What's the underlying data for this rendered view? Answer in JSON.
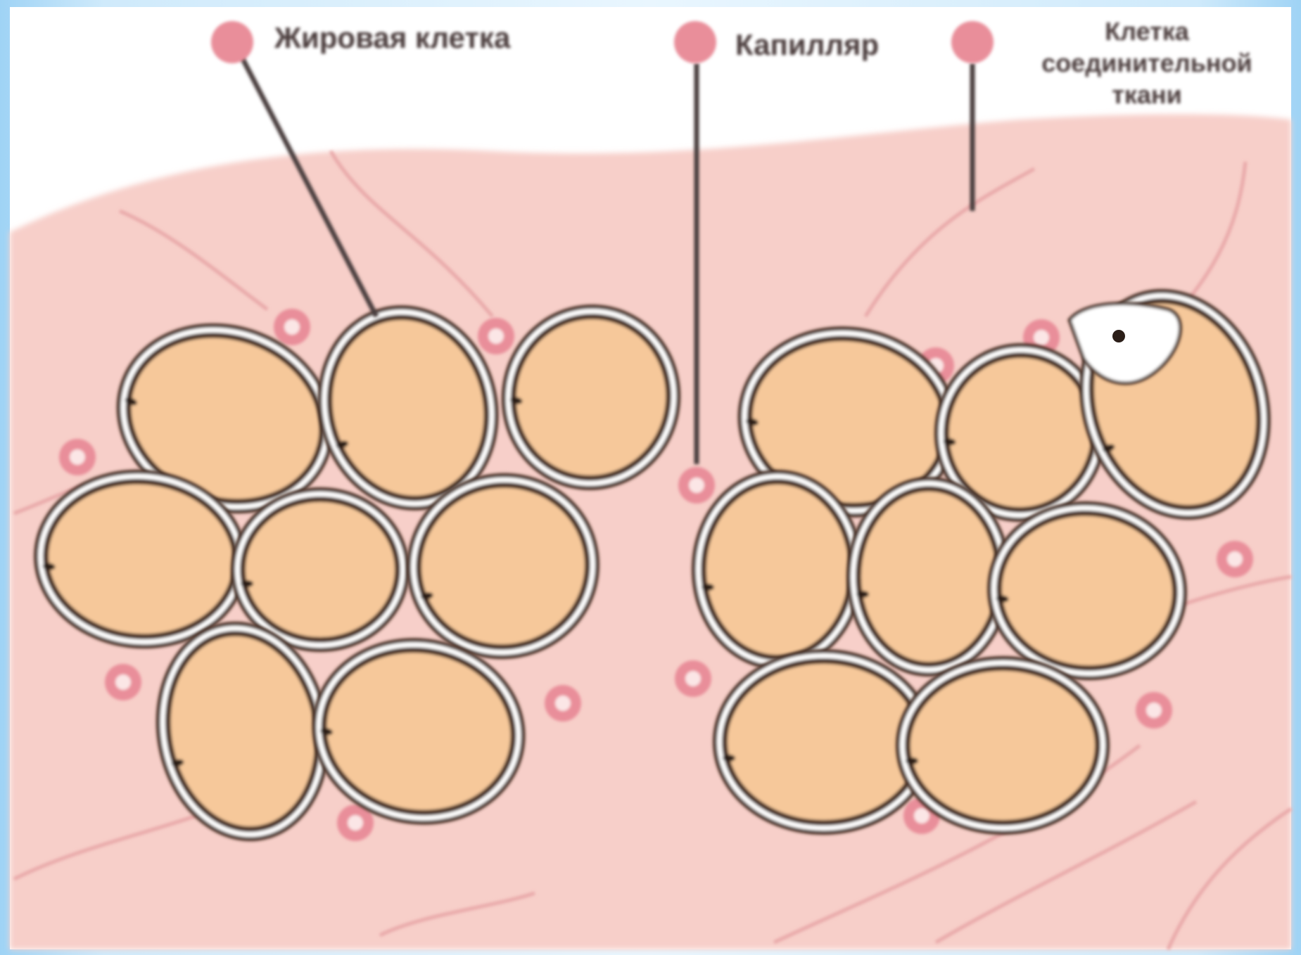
{
  "diagram": {
    "labels": [
      {
        "id": "fat-cell",
        "text": "Жировая клетка"
      },
      {
        "id": "capillary",
        "text": "Капилляр"
      },
      {
        "id": "connective-tissue",
        "lines": [
          "Клетка",
          "соединительной",
          "ткани"
        ]
      }
    ],
    "colors": {
      "background_tissue": "#f7cfc9",
      "fat_droplet": "#f6c89a",
      "cell_membrane": "#4a3328",
      "capillary": "#e98e9a",
      "frame": "#9fd3f5"
    }
  }
}
